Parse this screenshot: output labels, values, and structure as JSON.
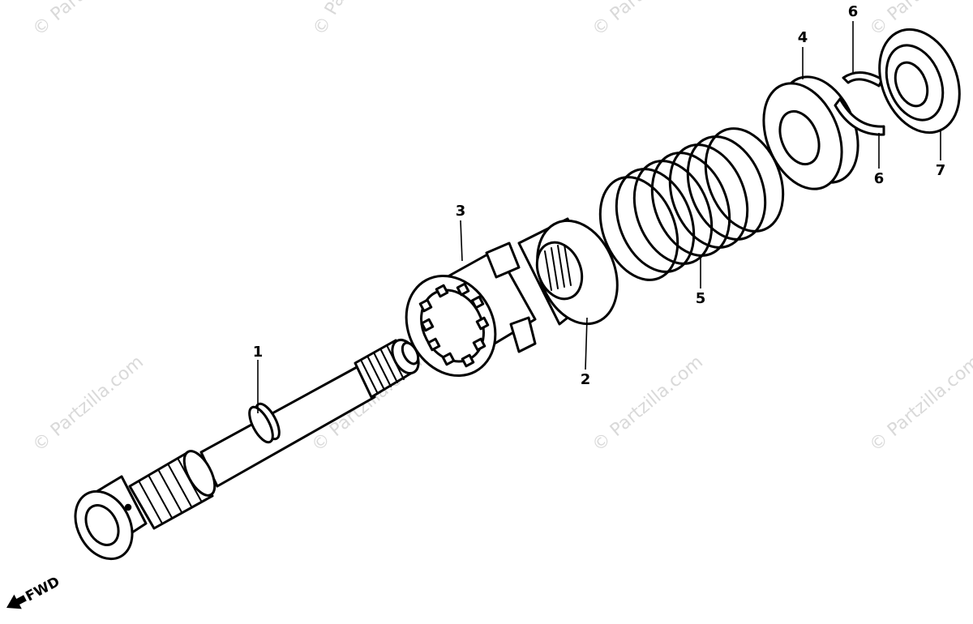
{
  "watermark": {
    "text_short": "© Par",
    "text_full": "© Partzilla.com"
  },
  "parts": [
    {
      "id": "1",
      "label": "1"
    },
    {
      "id": "2",
      "label": "2"
    },
    {
      "id": "3",
      "label": "3"
    },
    {
      "id": "4",
      "label": "4"
    },
    {
      "id": "5",
      "label": "5"
    },
    {
      "id": "6a",
      "label": "6"
    },
    {
      "id": "6b",
      "label": "6"
    },
    {
      "id": "7",
      "label": "7"
    }
  ],
  "direction_indicator": {
    "label": "FWD",
    "icon": "arrow-left-down-icon"
  },
  "colors": {
    "ink": "#000000",
    "watermark": "#d9d9d9",
    "background": "#ffffff"
  }
}
